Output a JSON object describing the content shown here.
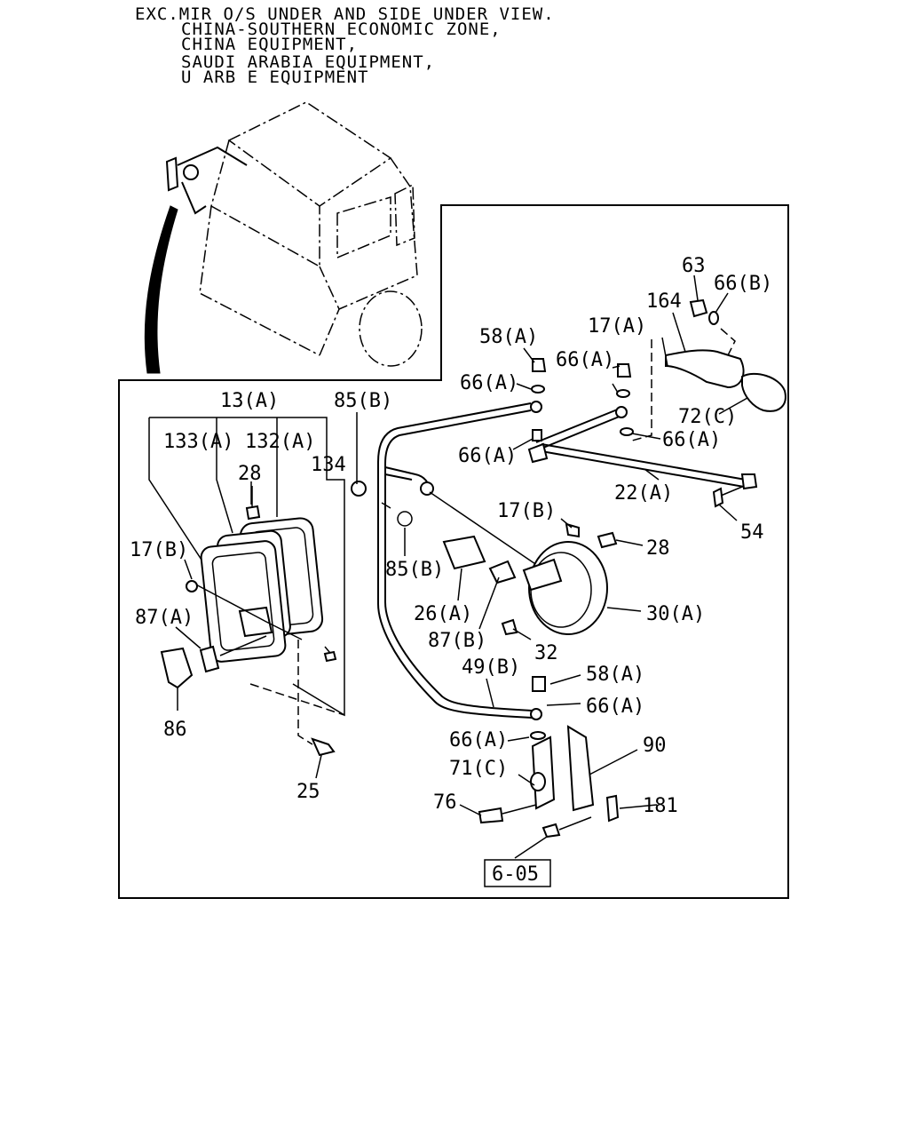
{
  "header": {
    "lines": [
      "EXC.MIR O/S UNDER AND SIDE UNDER VIEW.",
      "CHINA-SOUTHERN ECONOMIC ZONE,",
      "CHINA EQUIPMENT,",
      "SAUDI ARABIA EQUIPMENT,",
      "U ARB E EQUIPMENT"
    ]
  },
  "callouts": {
    "p13a": "13(A)",
    "p133a": "133(A)",
    "p132a": "132(A)",
    "p134": "134",
    "p28_left": "28",
    "p17b_left": "17(B)",
    "p87a": "87(A)",
    "p86": "86",
    "p25": "25",
    "p85b_top": "85(B)",
    "p85b_mid": "85(B)",
    "p26a": "26(A)",
    "p87b": "87(B)",
    "p32": "32",
    "p17b_right": "17(B)",
    "p28_right": "28",
    "p30a": "30(A)",
    "p49b": "49(B)",
    "p58a_low": "58(A)",
    "p66a_low1": "66(A)",
    "p66a_low2": "66(A)",
    "p71c": "71(C)",
    "p76": "76",
    "p90": "90",
    "p181": "181",
    "p58a_top": "58(A)",
    "p66a_1": "66(A)",
    "p66a_2": "66(A)",
    "p17a": "17(A)",
    "p66a_3": "66(A)",
    "p66a_4": "66(A)",
    "p22a": "22(A)",
    "p54": "54",
    "p63": "63",
    "p66b": "66(B)",
    "p164": "164",
    "p72c": "72(C)"
  },
  "reference": {
    "label": "6-05"
  }
}
